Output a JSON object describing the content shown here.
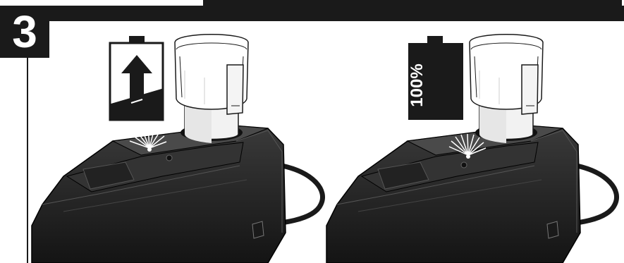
{
  "step": {
    "number": "3"
  },
  "panels": [
    {
      "id": "charging",
      "indicator_icon": "battery-charging-arrow-icon",
      "led": "light-rays"
    },
    {
      "id": "full",
      "indicator_icon": "battery-full-icon",
      "indicator_text": "100%",
      "led": "light-rays"
    }
  ],
  "colors": {
    "ink": "#1a1a1a",
    "charger": "#2a2a2a",
    "pack_body": "#ffffff",
    "background": "#ffffff"
  }
}
